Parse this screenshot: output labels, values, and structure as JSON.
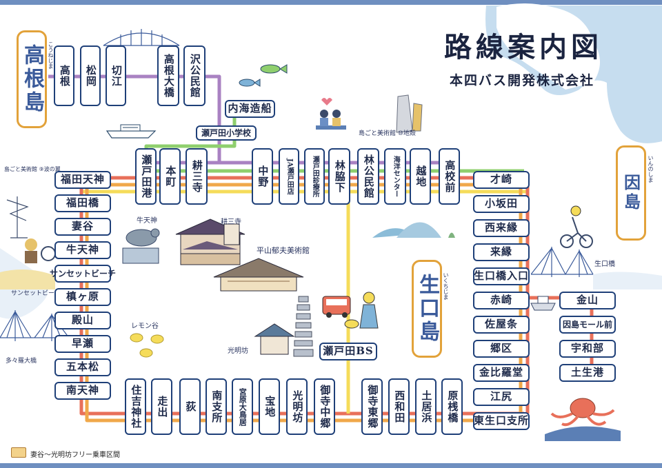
{
  "title": "路線案内図",
  "company": "本四バス開発株式会社",
  "footer_note": "妻谷〜光明坊フリー乗車区間",
  "islands": {
    "takane": "高根島",
    "takane_reading": "こうねじま",
    "ikuchi": "生口島",
    "ikuchi_reading": "いくちじま",
    "innoshima": "因島",
    "innoshima_reading": "いんのしま"
  },
  "landmarks": {
    "ushi_tenjin": "牛天神",
    "kousanji": "耕三寺",
    "hirayama": "平山郁夫美術館",
    "lemon_valley": "レモン谷",
    "koumyoubou": "光明坊",
    "sunset_beach": "サンセットビーチ",
    "tatara_bridge": "多々羅大橋",
    "ikuchi_bridge": "生口橋",
    "shimagoto_chikaku": "島ごと美術館 ⑩地殻",
    "shimagoto_nami": "島ごと美術館 ⑨波の翼"
  },
  "colors": {
    "purple": "#a982c2",
    "green": "#8fcf6e",
    "red": "#e8705a",
    "orange": "#f0a84a",
    "yellow": "#f5dc5a",
    "station_border": "#1e3f78",
    "island_border": "#e2a23a",
    "frame": "#6f8fc0"
  },
  "stations": {
    "takane": [
      "高根",
      "松岡",
      "切江",
      "高根大橋",
      "沢公民館"
    ],
    "uchikai": "内海造船",
    "setoda_school": "瀬戸田小学校",
    "upper": [
      "瀬戸田港",
      "本町",
      "耕三寺",
      "中野",
      "JA瀬戸田店",
      "瀬戸田診療所",
      "林脇下",
      "林公民館",
      "海洋センター",
      "越地",
      "高校前"
    ],
    "left": [
      "福田天神",
      "福田橋",
      "妻谷",
      "牛天神",
      "サンセットビーチ",
      "槙ヶ原",
      "殿山",
      "早瀬",
      "五本松",
      "南天神"
    ],
    "bottom": [
      "住吉神社",
      "走出",
      "荻",
      "南支所",
      "宮原大鳥居",
      "宝地",
      "光明坊",
      "御寺中郷",
      "御寺東郷",
      "西和田",
      "土居浜",
      "原桟橋"
    ],
    "right": [
      "才崎",
      "小坂田",
      "西来縁",
      "来縁",
      "生口橋入口",
      "赤崎",
      "佐屋条",
      "郷区",
      "金比羅堂",
      "江尻",
      "東生口支所"
    ],
    "innoshima": [
      "金山",
      "因島モール前",
      "宇和部",
      "土生港"
    ],
    "bs": "瀬戸田BS"
  }
}
